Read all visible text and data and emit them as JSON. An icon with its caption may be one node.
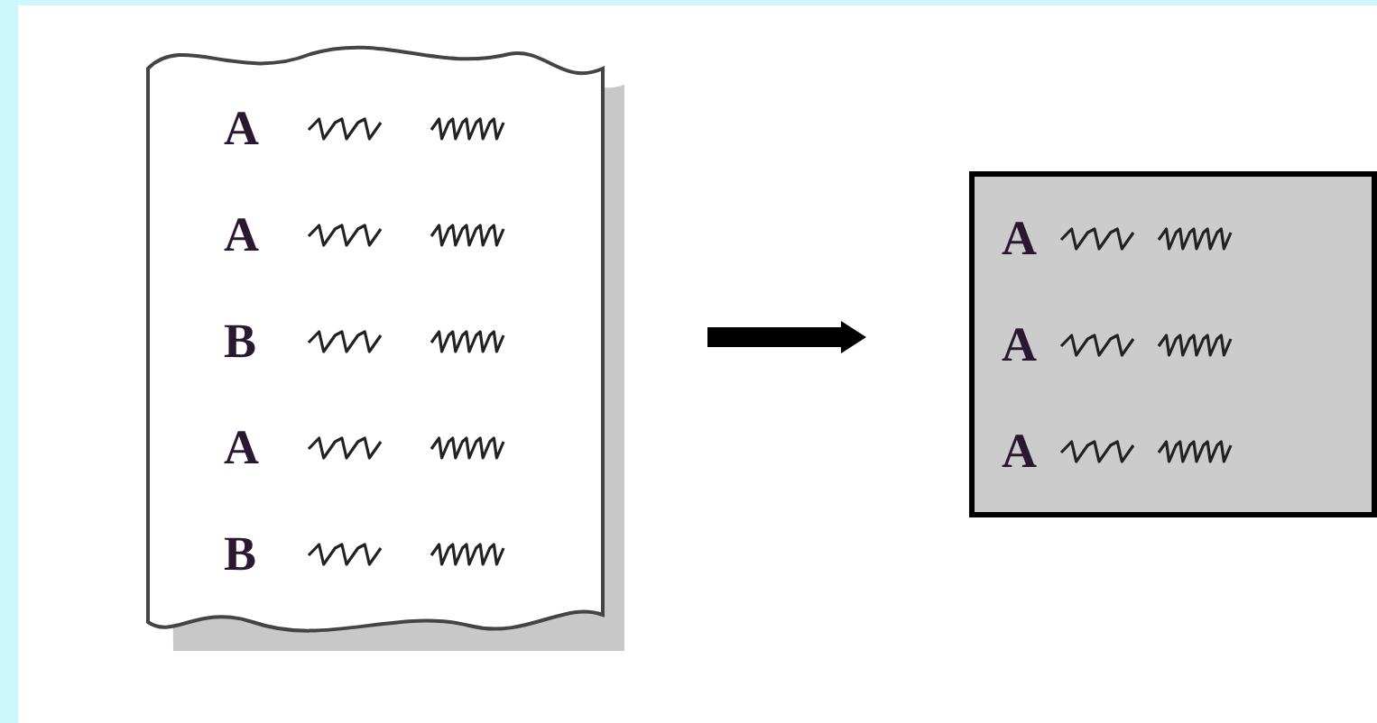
{
  "diagram": {
    "nodes": [
      {
        "text": [
          "A",
          "A",
          "B",
          "A",
          "B"
        ]
      },
      {
        "text": [
          "A",
          "A",
          "A"
        ]
      }
    ],
    "edges": [
      {
        "from": 0,
        "to": 1,
        "arrow": "to"
      }
    ]
  }
}
